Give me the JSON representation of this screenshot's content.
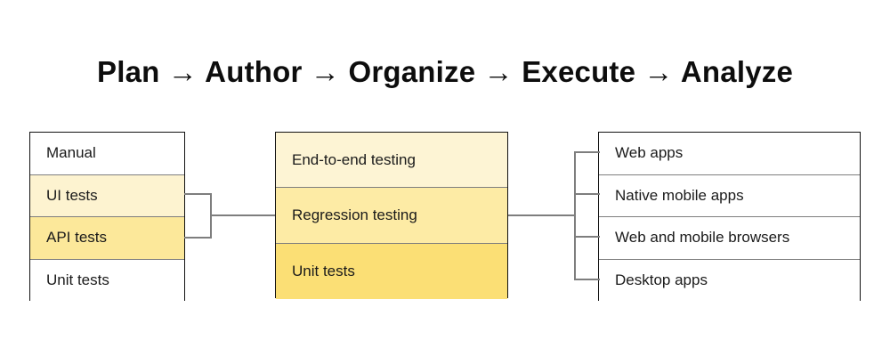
{
  "title": "Plan → Author → Organize → Execute → Analyze",
  "colors": {
    "background": "#ffffff",
    "text": "#1a1a1a",
    "outer_border": "#111111",
    "inner_divider": "#7e7e7e",
    "connector": "#7e7e7e",
    "white": "#ffffff",
    "yellow_pale": "#fdf3d0",
    "yellow_light": "#fdf4d4",
    "yellow_medium": "#fce89a",
    "yellow_mid": "#fdeba5",
    "yellow_strong": "#fbdf75"
  },
  "columns": {
    "left": {
      "name": "test-types",
      "rows": [
        {
          "label": "Manual",
          "fill": "#ffffff"
        },
        {
          "label": "UI tests",
          "fill": "#fdf3d0"
        },
        {
          "label": "API tests",
          "fill": "#fce89a"
        },
        {
          "label": "Unit tests",
          "fill": "#ffffff"
        }
      ]
    },
    "middle": {
      "name": "test-levels",
      "rows": [
        {
          "label": "End-to-end testing",
          "fill": "#fdf4d4"
        },
        {
          "label": "Regression testing",
          "fill": "#fdeba5"
        },
        {
          "label": "Unit tests",
          "fill": "#fbdf75"
        }
      ]
    },
    "right": {
      "name": "targets",
      "rows": [
        {
          "label": "Web apps",
          "fill": "#ffffff"
        },
        {
          "label": "Native mobile apps",
          "fill": "#ffffff"
        },
        {
          "label": "Web and mobile browsers",
          "fill": "#ffffff"
        },
        {
          "label": "Desktop apps",
          "fill": "#ffffff"
        }
      ]
    }
  }
}
